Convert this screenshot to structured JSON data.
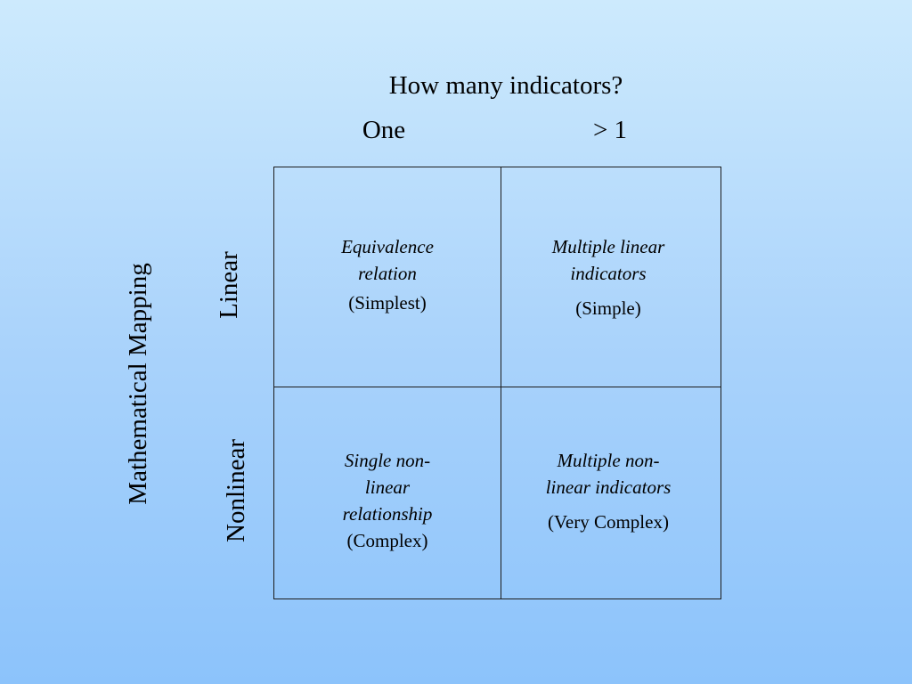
{
  "header": {
    "question": "How many indicators?",
    "col_one": "One",
    "col_many": "> 1"
  },
  "axis": {
    "title": "Mathematical Mapping",
    "row_linear": "Linear",
    "row_nonlinear": "Nonlinear"
  },
  "cells": {
    "top_left": {
      "line1": "Equivalence",
      "line2": "relation",
      "note": "(Simplest)"
    },
    "top_right": {
      "line1": "Multiple linear",
      "line2": "indicators",
      "note": "(Simple)"
    },
    "bottom_left": {
      "line1": "Single non-",
      "line2": "linear",
      "line3": "relationship",
      "note": "(Complex)"
    },
    "bottom_right": {
      "line1": "Multiple non-",
      "line2": "linear indicators",
      "note": "(Very Complex)"
    }
  }
}
